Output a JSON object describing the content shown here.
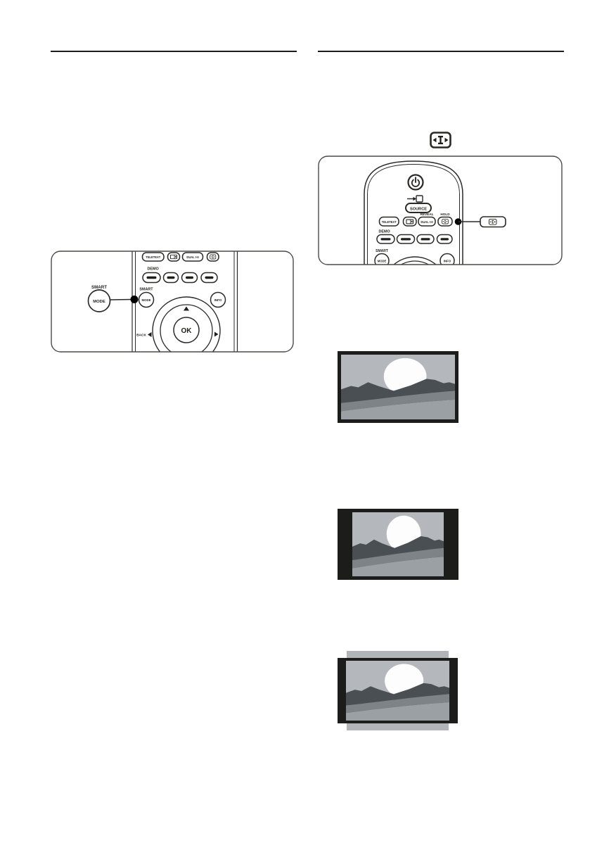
{
  "page": {
    "background": "#ffffff"
  },
  "colors": {
    "rule": "#1a1a1a",
    "line_art": "#2a2927",
    "panel_border": "#4a4a47",
    "ok_text": "#2e3d6e",
    "callout_dot": "#000000",
    "sky": "#b4b7bb",
    "sun": "#fdfdfe",
    "mountain": "#4a4f53",
    "road": "#7e8387",
    "shore": "#9aa0a3",
    "tv_frame": "#1c1c1a",
    "crop_bar": "#b1b4b8"
  },
  "icons": {
    "picture_format": "picture-format-icon",
    "dual_screen": "dual-screen-icon",
    "power": "power-standby-icon",
    "source_arrow": "source-input-icon",
    "nav_up": "arrow-up-icon",
    "nav_left": "arrow-left-icon",
    "nav_right": "arrow-right-icon"
  },
  "left_figure": {
    "callout": {
      "smart_label": "SMART",
      "mode_label": "MODE"
    },
    "remote": {
      "teletext_label": "TELETEXT",
      "dual_label": "DUAL I-II",
      "demo_label": "DEMO",
      "smart_label": "SMART",
      "mode_label": "MODE",
      "info_label": "INFO",
      "back_label": "BACK",
      "ok_label": "OK"
    }
  },
  "right_figure": {
    "remote": {
      "source_label": "SOURCE",
      "teletext_label": "TELETEXT",
      "reveal_label": "REVEAL",
      "dual_label": "DUAL I-II",
      "hold_label": "HOLD",
      "demo_label": "DEMO",
      "smart_label": "SMART",
      "mode_label": "MODE",
      "info_label": "INFO"
    }
  },
  "tv_illustrations": {
    "first": "widescreen-picture",
    "second": "4-3-pillarbox-picture",
    "third": "zoom-cropped-picture"
  }
}
